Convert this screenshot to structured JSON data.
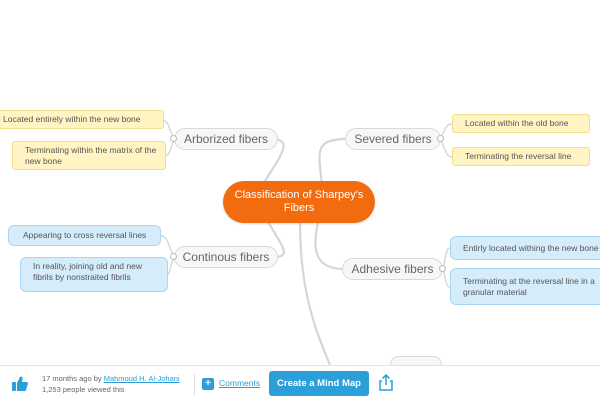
{
  "center": {
    "title": "Classification of Sharpey's Fibers"
  },
  "branches": {
    "arborized": {
      "label": "Arborized fibers",
      "items": [
        "Located entirely within the new bone",
        "Terminating within the matrix of the new bone"
      ]
    },
    "continous": {
      "label": "Continous fibers",
      "items": [
        "Appearing to cross reversal lines",
        "In reality, joining old and new fibrils by nonstraited fibrils"
      ]
    },
    "severed": {
      "label": "Severed fibers",
      "items": [
        "Located within the old bone",
        "Terminating the reversal line"
      ]
    },
    "adhesive": {
      "label": "Adhesive fibers",
      "items": [
        "Entirly located withing the new bone",
        "Terminating at the reversal line in a granular material"
      ]
    }
  },
  "footer": {
    "time_prefix": "17 months ago by",
    "author": "Mahmoud H. Al-Johani",
    "views": "1,253 people viewed this",
    "comments_label": "Comments",
    "create_label": "Create a Mind Map"
  },
  "colors": {
    "center": "#f26b0f",
    "leaf_yellow": "#fff4c2",
    "leaf_blue": "#d5ecfb",
    "accent": "#2a9fd8"
  },
  "icons": {
    "like": "thumbs-up-icon",
    "comments": "plus-icon",
    "share": "share-icon"
  }
}
